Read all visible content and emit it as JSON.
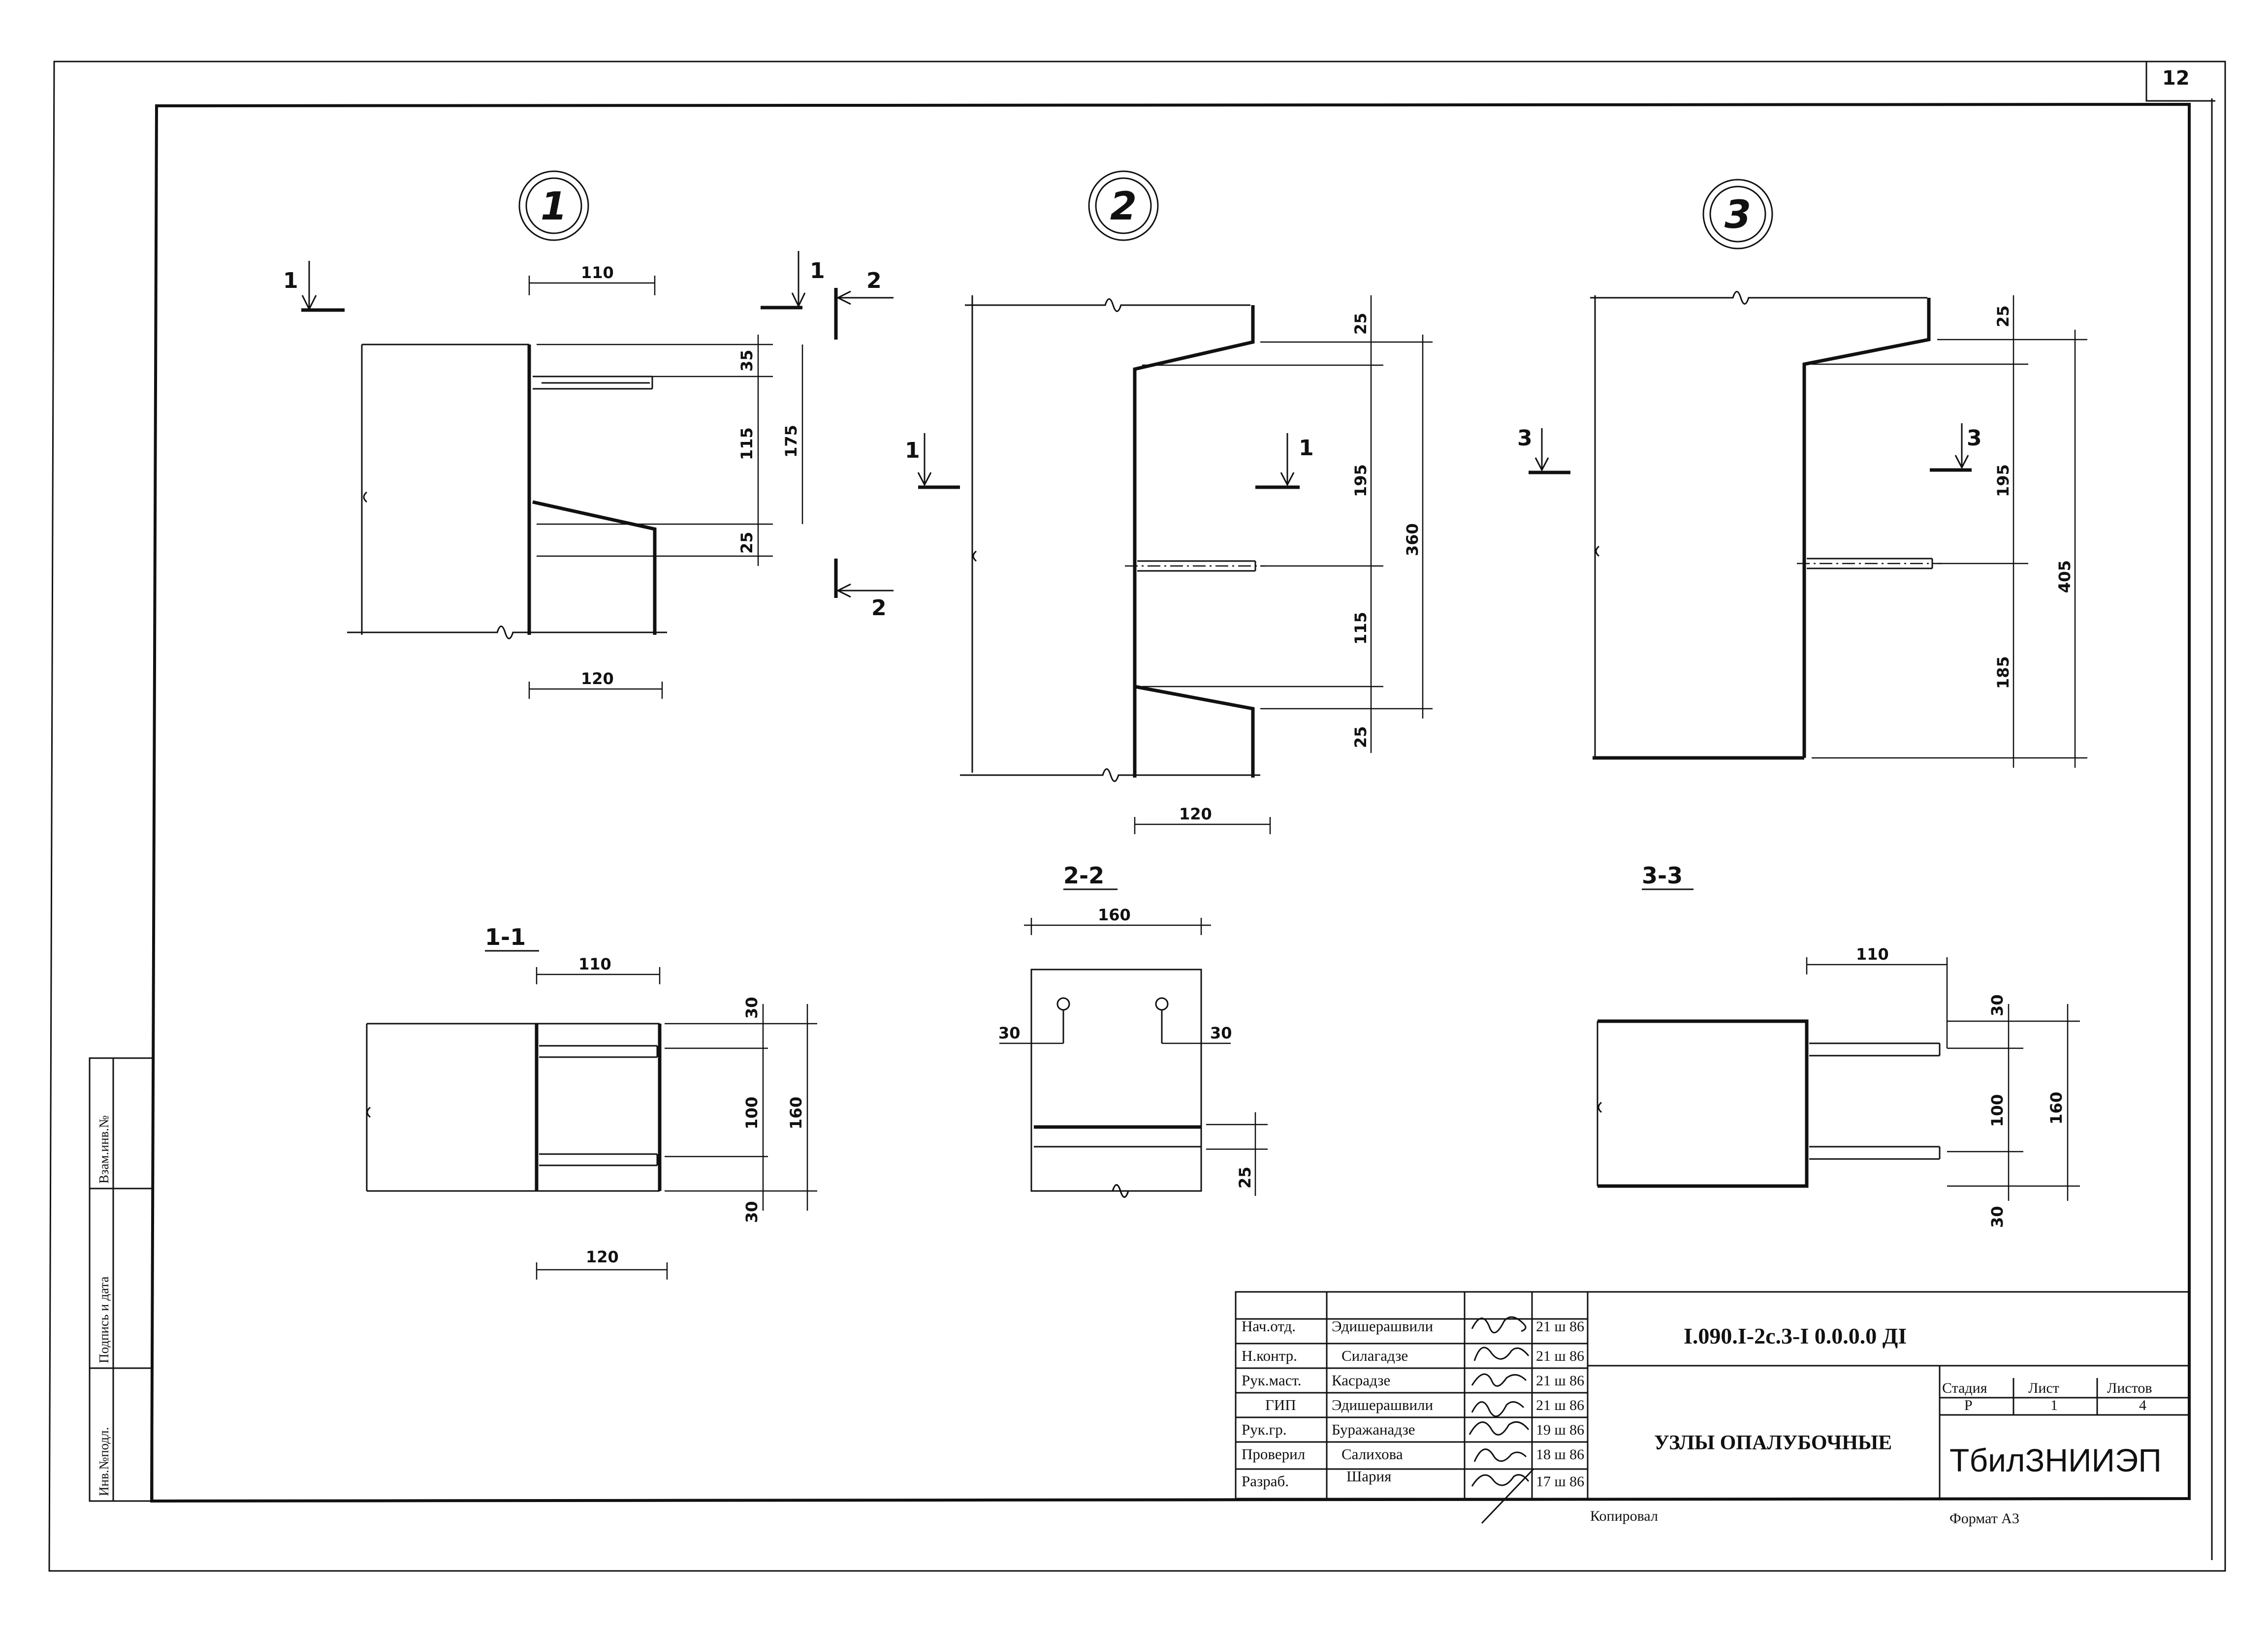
{
  "page_number": "12",
  "nodes": [
    {
      "id": "1",
      "dims": {
        "top": "110",
        "bottom": "120",
        "d35": "35",
        "d115": "115",
        "d25": "25",
        "d175": "175"
      },
      "cuts": {
        "c1_left": "1",
        "c1_right": "1",
        "c2_top": "2",
        "c2_bottom": "2"
      }
    },
    {
      "id": "2",
      "dims": {
        "bottom": "120",
        "d25_top": "25",
        "d195": "195",
        "d360": "360",
        "d115": "115",
        "d25_bottom": "25"
      },
      "cuts": {
        "c1_left": "1",
        "c1_right": "1"
      }
    },
    {
      "id": "3",
      "dims": {
        "d25": "25",
        "d195": "195",
        "d405": "405",
        "d185": "185"
      },
      "cuts": {
        "c3_left": "3",
        "c3_right": "3"
      }
    }
  ],
  "sections": [
    {
      "title": "1-1",
      "dims": {
        "top": "110",
        "bottom": "120",
        "d30_top": "30",
        "d100": "100",
        "d30_bottom": "30",
        "d160": "160"
      }
    },
    {
      "title": "2-2",
      "dims": {
        "top": "160",
        "left": "30",
        "right": "30",
        "d25": "25"
      }
    },
    {
      "title": "3-3",
      "dims": {
        "top": "110",
        "d30_top": "30",
        "d100": "100",
        "d30_bottom": "30",
        "d160": "160"
      }
    }
  ],
  "title_block": {
    "code": "I.090.I-2с.3-I 0.0.0.0 ДI",
    "title": "УЗЛЫ ОПАЛУБОЧНЫЕ",
    "organization": "ТбилЗНИИЭП",
    "stage_header": "Стадия",
    "sheet_header": "Лист",
    "sheets_header": "Листов",
    "stage": "Р",
    "sheet": "1",
    "sheets": "4",
    "rows": [
      {
        "role": "Нач.отд.",
        "name": "Эдишерашвили",
        "date": "21 ш 86"
      },
      {
        "role": "Н.контр.",
        "name": "Силагадзе",
        "date": "21 ш 86"
      },
      {
        "role": "Рук.маст.",
        "name": "Касрадзе",
        "date": "21 ш 86"
      },
      {
        "role": "ГИП",
        "name": "Эдишерашвили",
        "date": "21 ш 86"
      },
      {
        "role": "Рук.гр.",
        "name": "Буражанадзе",
        "date": "19 ш 86"
      },
      {
        "role": "Проверил",
        "name": "Салихова",
        "date": "18 ш 86"
      },
      {
        "role": "Разраб.",
        "name": "Шария",
        "date": "17 ш 86"
      }
    ]
  },
  "copied_label": "Копировал",
  "format_label": "Формат А3",
  "side_stamp": {
    "inv_original": "Инв.№подл.",
    "signature_date": "Подпись и дата",
    "replaced_inv": "Взам.инв.№"
  }
}
